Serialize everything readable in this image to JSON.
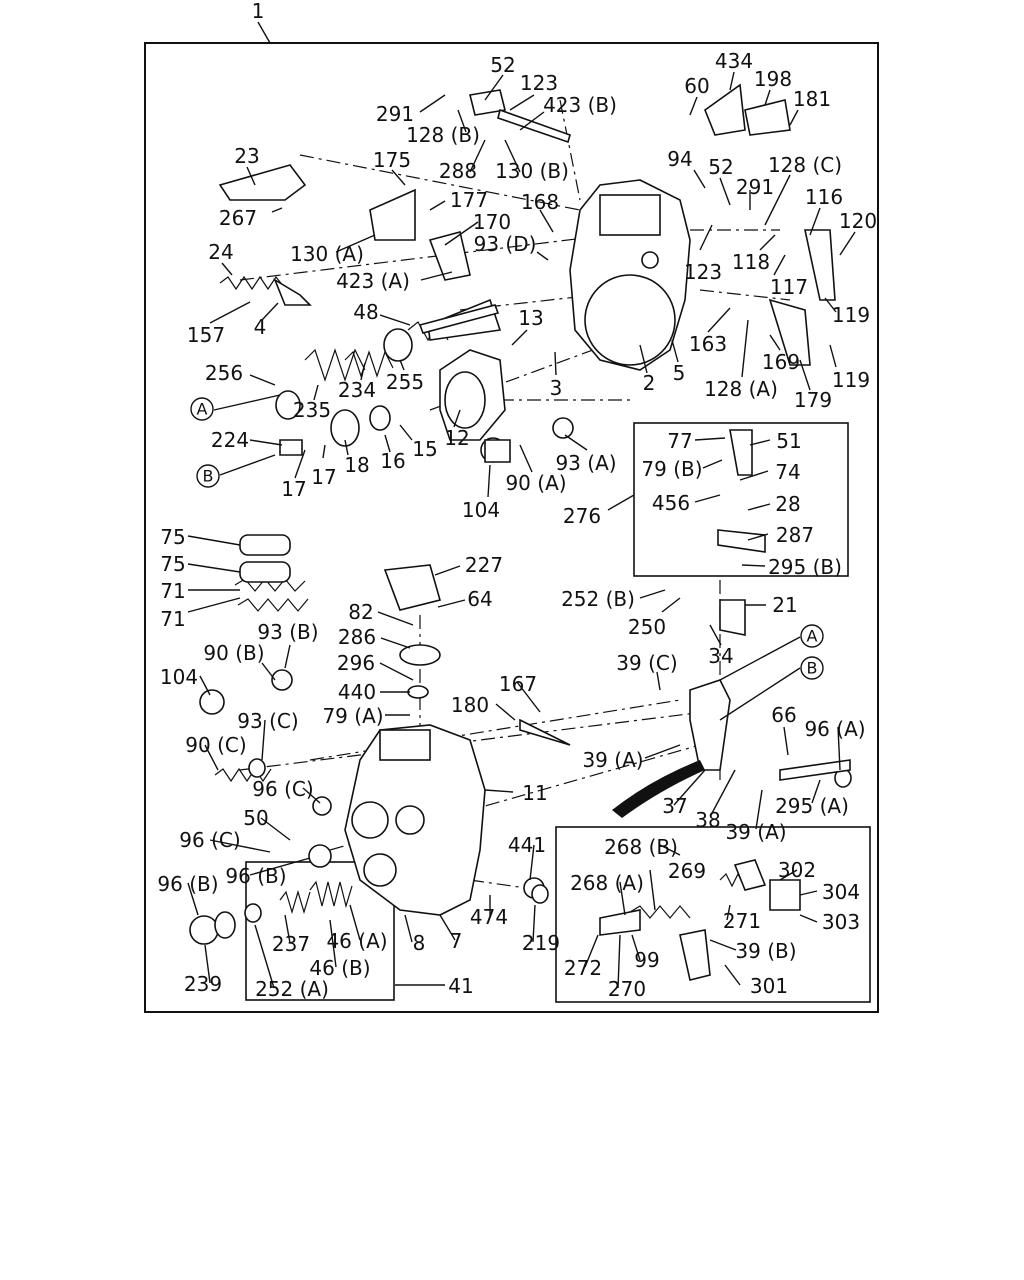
{
  "diagram": {
    "labels": [
      "1",
      "52",
      "123",
      "291",
      "423 (B)",
      "128 (B)",
      "434",
      "60",
      "198",
      "181",
      "23",
      "175",
      "177",
      "288",
      "130 (B)",
      "94",
      "52",
      "291",
      "128 (C)",
      "116",
      "120",
      "267",
      "168",
      "170",
      "130 (A)",
      "93 (D)",
      "123",
      "118",
      "24",
      "423 (A)",
      "117",
      "48",
      "13",
      "119",
      "157",
      "4",
      "163",
      "256",
      "234",
      "255",
      "3",
      "2",
      "5",
      "169",
      "119",
      "235",
      "128 (A)",
      "179",
      "224",
      "12",
      "15",
      "18",
      "16",
      "17",
      "17",
      "104",
      "90 (A)",
      "93 (A)",
      "77",
      "51",
      "79 (B)",
      "74",
      "456",
      "28",
      "276",
      "287",
      "295 (B)",
      "75",
      "75",
      "227",
      "71",
      "71",
      "252 (B)",
      "21",
      "82",
      "64",
      "250",
      "286",
      "93 (B)",
      "34",
      "90 (B)",
      "296",
      "39 (C)",
      "104",
      "440",
      "167",
      "79 (A)",
      "180",
      "66",
      "96 (A)",
      "93 (C)",
      "90 (C)",
      "39 (A)",
      "96 (C)",
      "11",
      "295 (A)",
      "50",
      "37",
      "38",
      "39 (A)",
      "96 (C)",
      "268 (B)",
      "441",
      "302",
      "269",
      "96 (B)",
      "268 (A)",
      "304",
      "96 (B)",
      "474",
      "271",
      "303",
      "46 (A)",
      "39 (B)",
      "237",
      "8",
      "7",
      "219",
      "46 (B)",
      "272",
      "99",
      "301",
      "239",
      "252 (A)",
      "270",
      "41"
    ],
    "callouts": [
      "A",
      "B",
      "A",
      "B"
    ]
  }
}
